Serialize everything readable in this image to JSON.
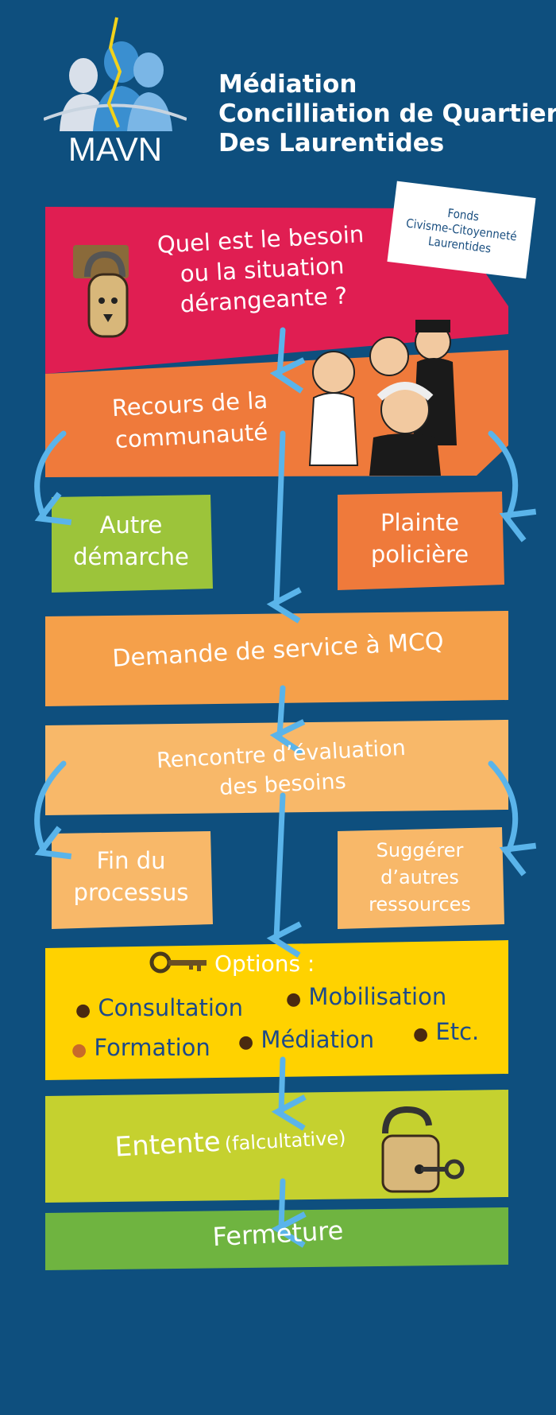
{
  "header": {
    "logo_text": "MAVN",
    "title_lines": [
      "Médiation",
      "Concilliation de Quartier",
      "Des Laurentides"
    ]
  },
  "fonds_badge": {
    "lines": [
      "Fonds",
      "Civisme-Citoyenneté",
      "Laurentides"
    ]
  },
  "flow": {
    "question": [
      "Quel est le besoin",
      "ou la situation",
      "dérangeante ?"
    ],
    "recours": [
      "Recours de la",
      "communauté"
    ],
    "autre": [
      "Autre",
      "démarche"
    ],
    "plainte": [
      "Plainte",
      "policière"
    ],
    "demande": "Demande de service à MCQ",
    "rencontre": [
      "Rencontre d’évaluation",
      "des besoins"
    ],
    "fin": [
      "Fin du",
      "processus"
    ],
    "suggerer": [
      "Suggérer",
      "d’autres",
      "ressources"
    ],
    "options": {
      "title": "Options :",
      "items": [
        "Consultation",
        "Mobilisation",
        "Formation",
        "Médiation",
        "Etc."
      ]
    },
    "entente": {
      "main": "Entente",
      "note": "(falcultative)"
    },
    "fermeture": "Fermeture"
  },
  "colors": {
    "background": "#0e4f7e",
    "question": "#e01e52",
    "recours": "#ef7a3b",
    "side_green": "#9cc43a",
    "side_orange": "#ef7a3b",
    "demande": "#f5a04a",
    "rencontre": "#f8b869",
    "options": "#ffd200",
    "entente": "#c5d12f",
    "fermeture": "#6fb440",
    "arrow": "#5ab4ea"
  }
}
